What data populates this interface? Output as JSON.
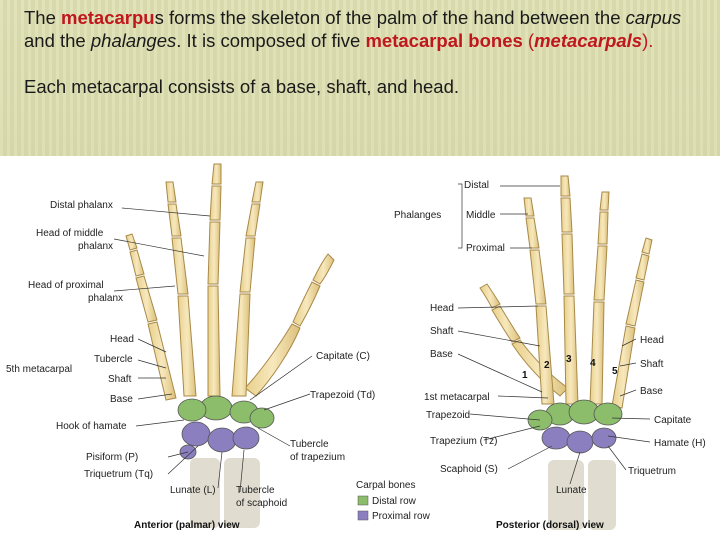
{
  "text": {
    "p1_a": "The ",
    "p1_b": "metacarpu",
    "p1_c": "s forms the skeleton of the palm of the hand between the ",
    "p1_d": "carpus",
    "p1_e": " and the ",
    "p1_f": "phalanges",
    "p1_g": ". It is composed of five ",
    "p1_h": "metacarpal bones",
    "p1_i": " (",
    "p1_j": "metacarpals",
    "p1_k": ").",
    "p2": "Each metacarpal consists of a base, shaft, and head."
  },
  "colors": {
    "highlight": "#c0161d",
    "bone": "#f0dca0",
    "distal_row": "#8bbd6a",
    "proximal_row": "#8b7fc0"
  },
  "figure": {
    "anterior_labels": {
      "distal_phalanx": "Distal phalanx",
      "head_middle_1": "Head of middle",
      "head_middle_2": "phalanx",
      "head_proximal_1": "Head of proximal",
      "head_proximal_2": "phalanx",
      "head": "Head",
      "tubercle": "Tubercle",
      "shaft": "Shaft",
      "base": "Base",
      "fifth_metacarpal": "5th metacarpal",
      "hook_hamate": "Hook of hamate",
      "pisiform": "Pisiform (P)",
      "triquetrum": "Triquetrum (Tq)",
      "lunate": "Lunate (L)",
      "tubercle_scaphoid_1": "Tubercle",
      "tubercle_scaphoid_2": "of scaphoid",
      "tubercle_trapezium_1": "Tubercle",
      "tubercle_trapezium_2": "of trapezium",
      "capitate": "Capitate (C)",
      "trapezoid": "Trapezoid (Td)",
      "view": "Anterior (palmar) view"
    },
    "posterior_labels": {
      "phalanges": "Phalanges",
      "distal": "Distal",
      "middle": "Middle",
      "proximal": "Proximal",
      "head": "Head",
      "shaft": "Shaft",
      "base": "Base",
      "first_metacarpal": "1st metacarpal",
      "trapezoid": "Trapezoid",
      "trapezium": "Trapezium (Tz)",
      "scaphoid": "Scaphoid (S)",
      "lunate": "Lunate",
      "r_head": "Head",
      "r_shaft": "Shaft",
      "r_base": "Base",
      "capitate": "Capitate",
      "hamate": "Hamate (H)",
      "triquetrum": "Triquetrum",
      "view": "Posterior (dorsal) view",
      "digit_numbers": [
        "1",
        "2",
        "3",
        "4",
        "5"
      ]
    },
    "legend": {
      "title": "Carpal bones",
      "distal": "Distal row",
      "proximal": "Proximal row"
    }
  }
}
